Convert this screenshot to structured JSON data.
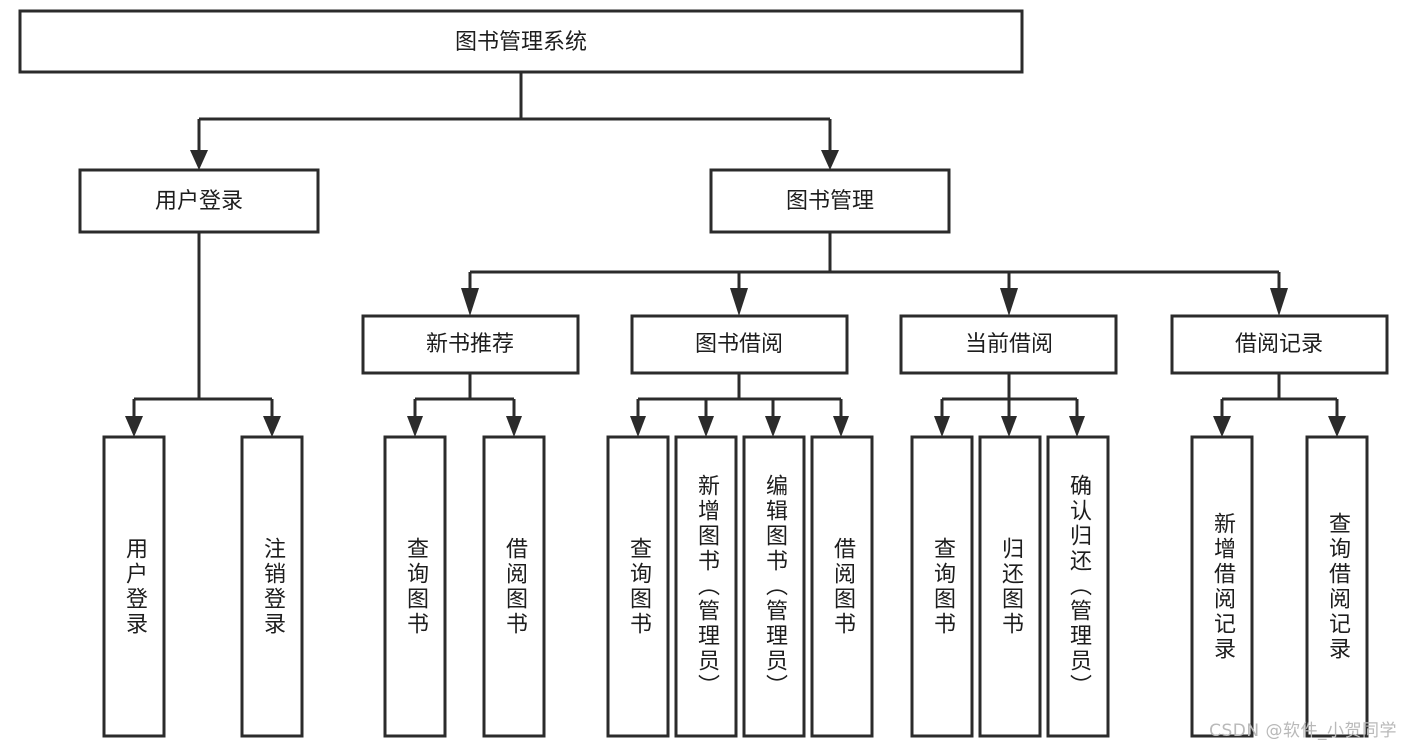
{
  "diagram": {
    "title": "图书管理系统",
    "watermark": "CSDN @软件_小贺同学",
    "root": {
      "label": "图书管理系统"
    },
    "level2": [
      {
        "label": "用户登录"
      },
      {
        "label": "图书管理"
      }
    ],
    "level3": [
      {
        "label": "新书推荐"
      },
      {
        "label": "图书借阅"
      },
      {
        "label": "当前借阅"
      },
      {
        "label": "借阅记录"
      }
    ],
    "leaves": {
      "user_login": [
        {
          "label": "用户登录"
        },
        {
          "label": "注销登录"
        }
      ],
      "new_book": [
        {
          "label": "查询图书"
        },
        {
          "label": "借阅图书"
        }
      ],
      "book_borrow": [
        {
          "label": "查询图书"
        },
        {
          "label": "新增图书（管理员）"
        },
        {
          "label": "编辑图书（管理员）"
        },
        {
          "label": "借阅图书"
        }
      ],
      "current_borrow": [
        {
          "label": "查询图书"
        },
        {
          "label": "归还图书"
        },
        {
          "label": "确认归还（管理员）"
        }
      ],
      "borrow_record": [
        {
          "label": "新增借阅记录"
        },
        {
          "label": "查询借阅记录"
        }
      ]
    },
    "colors": {
      "stroke": "#2b2b2b",
      "fill": "#ffffff",
      "text": "#1d1d1d",
      "watermark": "#b9b9b9"
    }
  }
}
